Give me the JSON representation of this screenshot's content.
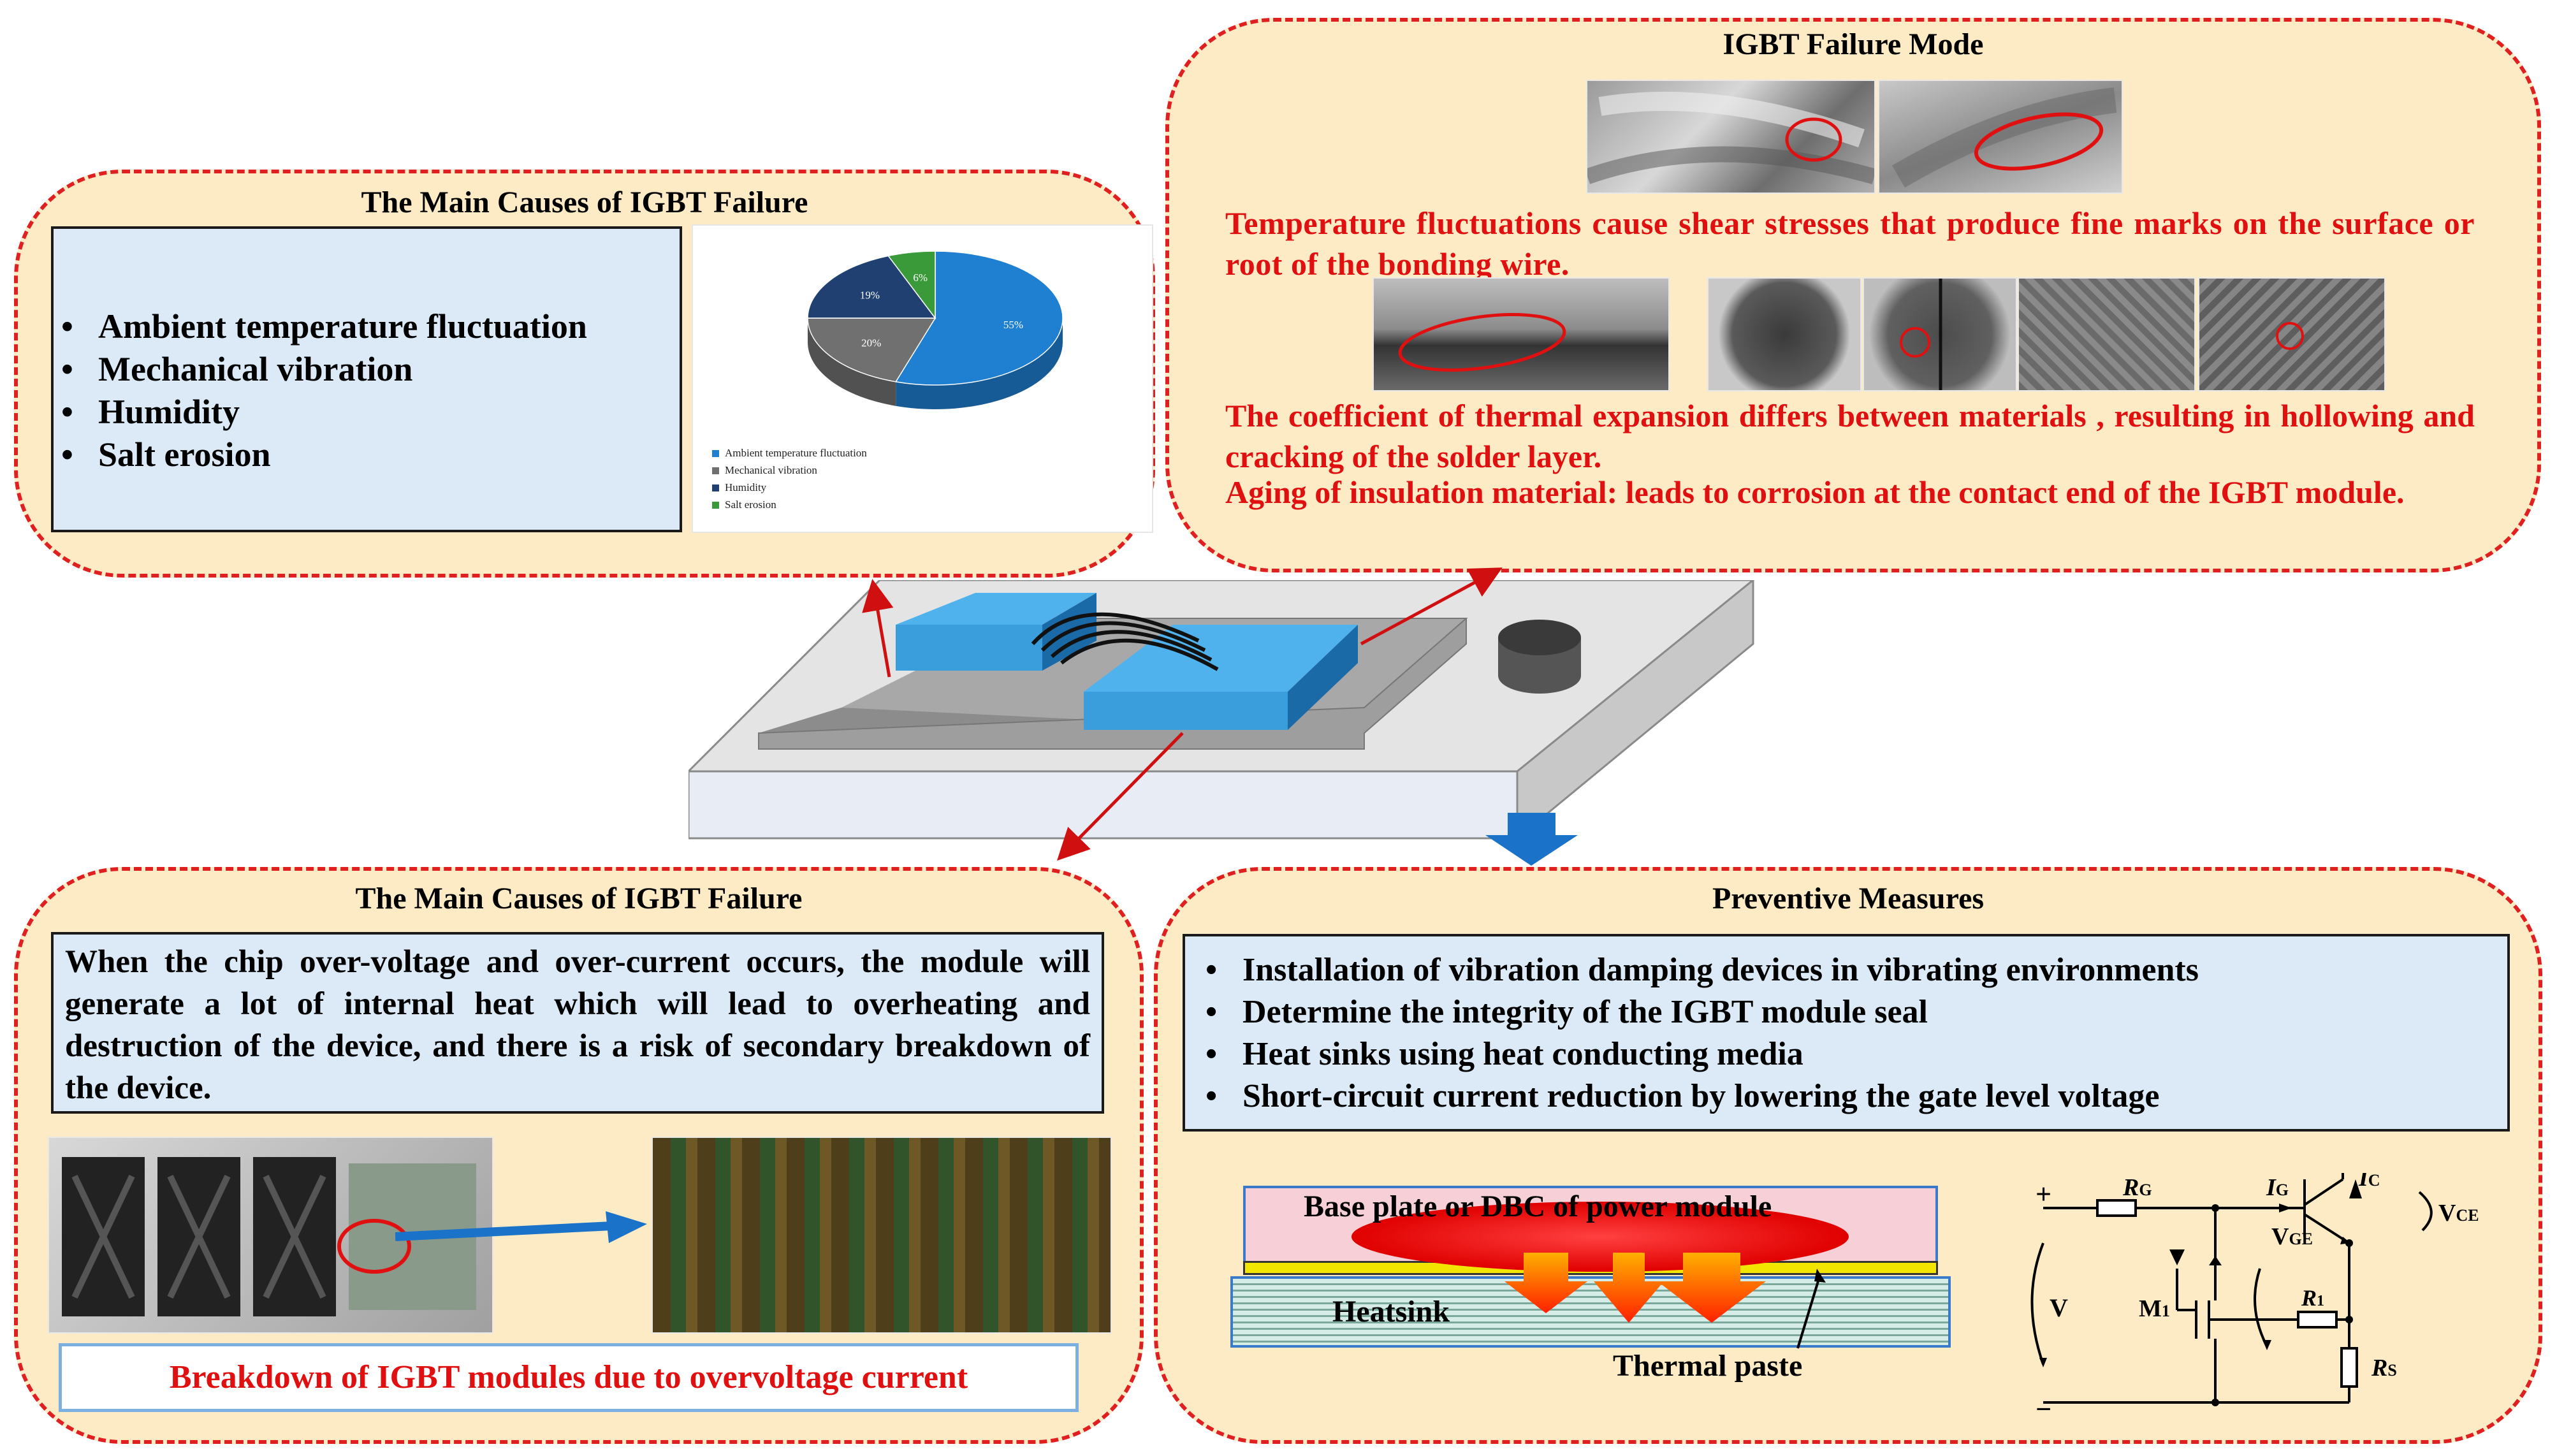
{
  "causes_panel": {
    "title": "The Main Causes of IGBT Failure",
    "bullets": [
      "Ambient temperature fluctuation",
      "Mechanical vibration",
      "Humidity",
      "Salt erosion"
    ],
    "pie": {
      "slice_labels": [
        "55%",
        "20%",
        "19%",
        "6%"
      ],
      "legend": [
        "Ambient temperature fluctuation",
        "Mechanical vibration",
        "Humidity",
        "Salt erosion"
      ],
      "colors": [
        "#1f7fd0",
        "#707070",
        "#1f4070",
        "#3a9a3a"
      ]
    }
  },
  "chart_data": {
    "type": "pie",
    "categories": [
      "Ambient temperature fluctuation",
      "Mechanical vibration",
      "Humidity",
      "Salt erosion"
    ],
    "values": [
      55,
      20,
      19,
      6
    ],
    "title": "",
    "legend_position": "bottom-left"
  },
  "failure_mode_panel": {
    "title": "IGBT Failure Mode",
    "text1": "Temperature fluctuations cause shear stresses that produce fine marks on the surface or root of the bonding wire.",
    "text2": "The coefficient of thermal expansion differs between materials , resulting in hollowing and cracking of the solder layer.",
    "text3": "Aging of insulation material: leads to corrosion at the contact end of the IGBT module."
  },
  "overvoltage_panel": {
    "title": "The Main Causes of IGBT Failure",
    "body": "When the chip over-voltage and over-current occurs, the module will generate a lot of internal heat which will lead to overheating and destruction of the device, and there is a risk of secondary breakdown of the device.",
    "caption": "Breakdown of IGBT modules due to overvoltage current"
  },
  "preventive_panel": {
    "title": "Preventive Measures",
    "bullets": [
      "Installation of vibration damping devices in vibrating environments",
      "Determine the integrity of the IGBT module seal",
      "Heat sinks using heat conducting media",
      "Short-circuit current reduction by lowering the gate level voltage"
    ],
    "heatsink_diagram": {
      "base_plate_label": "Base plate or DBC of power module",
      "heatsink_label": "Heatsink",
      "paste_label": "Thermal paste"
    },
    "circuit": {
      "rg": "R",
      "rg_sub": "G",
      "ig": "I",
      "ig_sub": "G",
      "ic": "I",
      "ic_sub": "C",
      "vce": "V",
      "vce_sub": "CE",
      "vge": "V",
      "vge_sub": "GE",
      "v": "V",
      "m1": "M",
      "m1_sub": "1",
      "r1": "R",
      "r1_sub": "1",
      "rs": "R",
      "rs_sub": "S",
      "plus": "+",
      "minus": "−"
    }
  },
  "colors": {
    "panel_fill": "#fcebc4",
    "panel_border": "#e02020",
    "text_red": "#e01010",
    "box_blue": "#dbeaf6",
    "arrow_blue": "#1a73c8"
  }
}
